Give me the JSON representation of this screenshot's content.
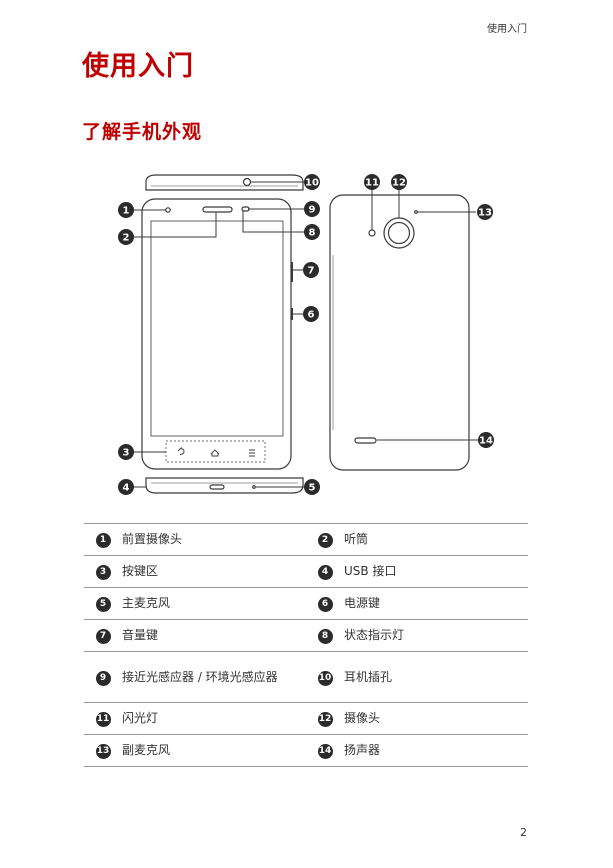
{
  "running_header": "使用入门",
  "page_title": "使用入门",
  "section_title": "了解手机外观",
  "callouts": [
    "1",
    "2",
    "3",
    "4",
    "5",
    "6",
    "7",
    "8",
    "9",
    "10",
    "11",
    "12",
    "13",
    "14"
  ],
  "parts": [
    {
      "left": {
        "num": "1",
        "name": "前置摄像头"
      },
      "right": {
        "num": "2",
        "name": "听筒"
      }
    },
    {
      "left": {
        "num": "3",
        "name": "按键区"
      },
      "right": {
        "num": "4",
        "name": "USB 接口"
      }
    },
    {
      "left": {
        "num": "5",
        "name": "主麦克风"
      },
      "right": {
        "num": "6",
        "name": "电源键"
      }
    },
    {
      "left": {
        "num": "7",
        "name": "音量键"
      },
      "right": {
        "num": "8",
        "name": "状态指示灯"
      }
    },
    {
      "left": {
        "num": "9",
        "name": "接近光感应器 / 环境光感应器"
      },
      "right": {
        "num": "10",
        "name": "耳机插孔"
      }
    },
    {
      "left": {
        "num": "11",
        "name": "闪光灯"
      },
      "right": {
        "num": "12",
        "name": "摄像头"
      }
    },
    {
      "left": {
        "num": "13",
        "name": "副麦克风"
      },
      "right": {
        "num": "14",
        "name": "扬声器"
      }
    }
  ],
  "page_number": "2"
}
